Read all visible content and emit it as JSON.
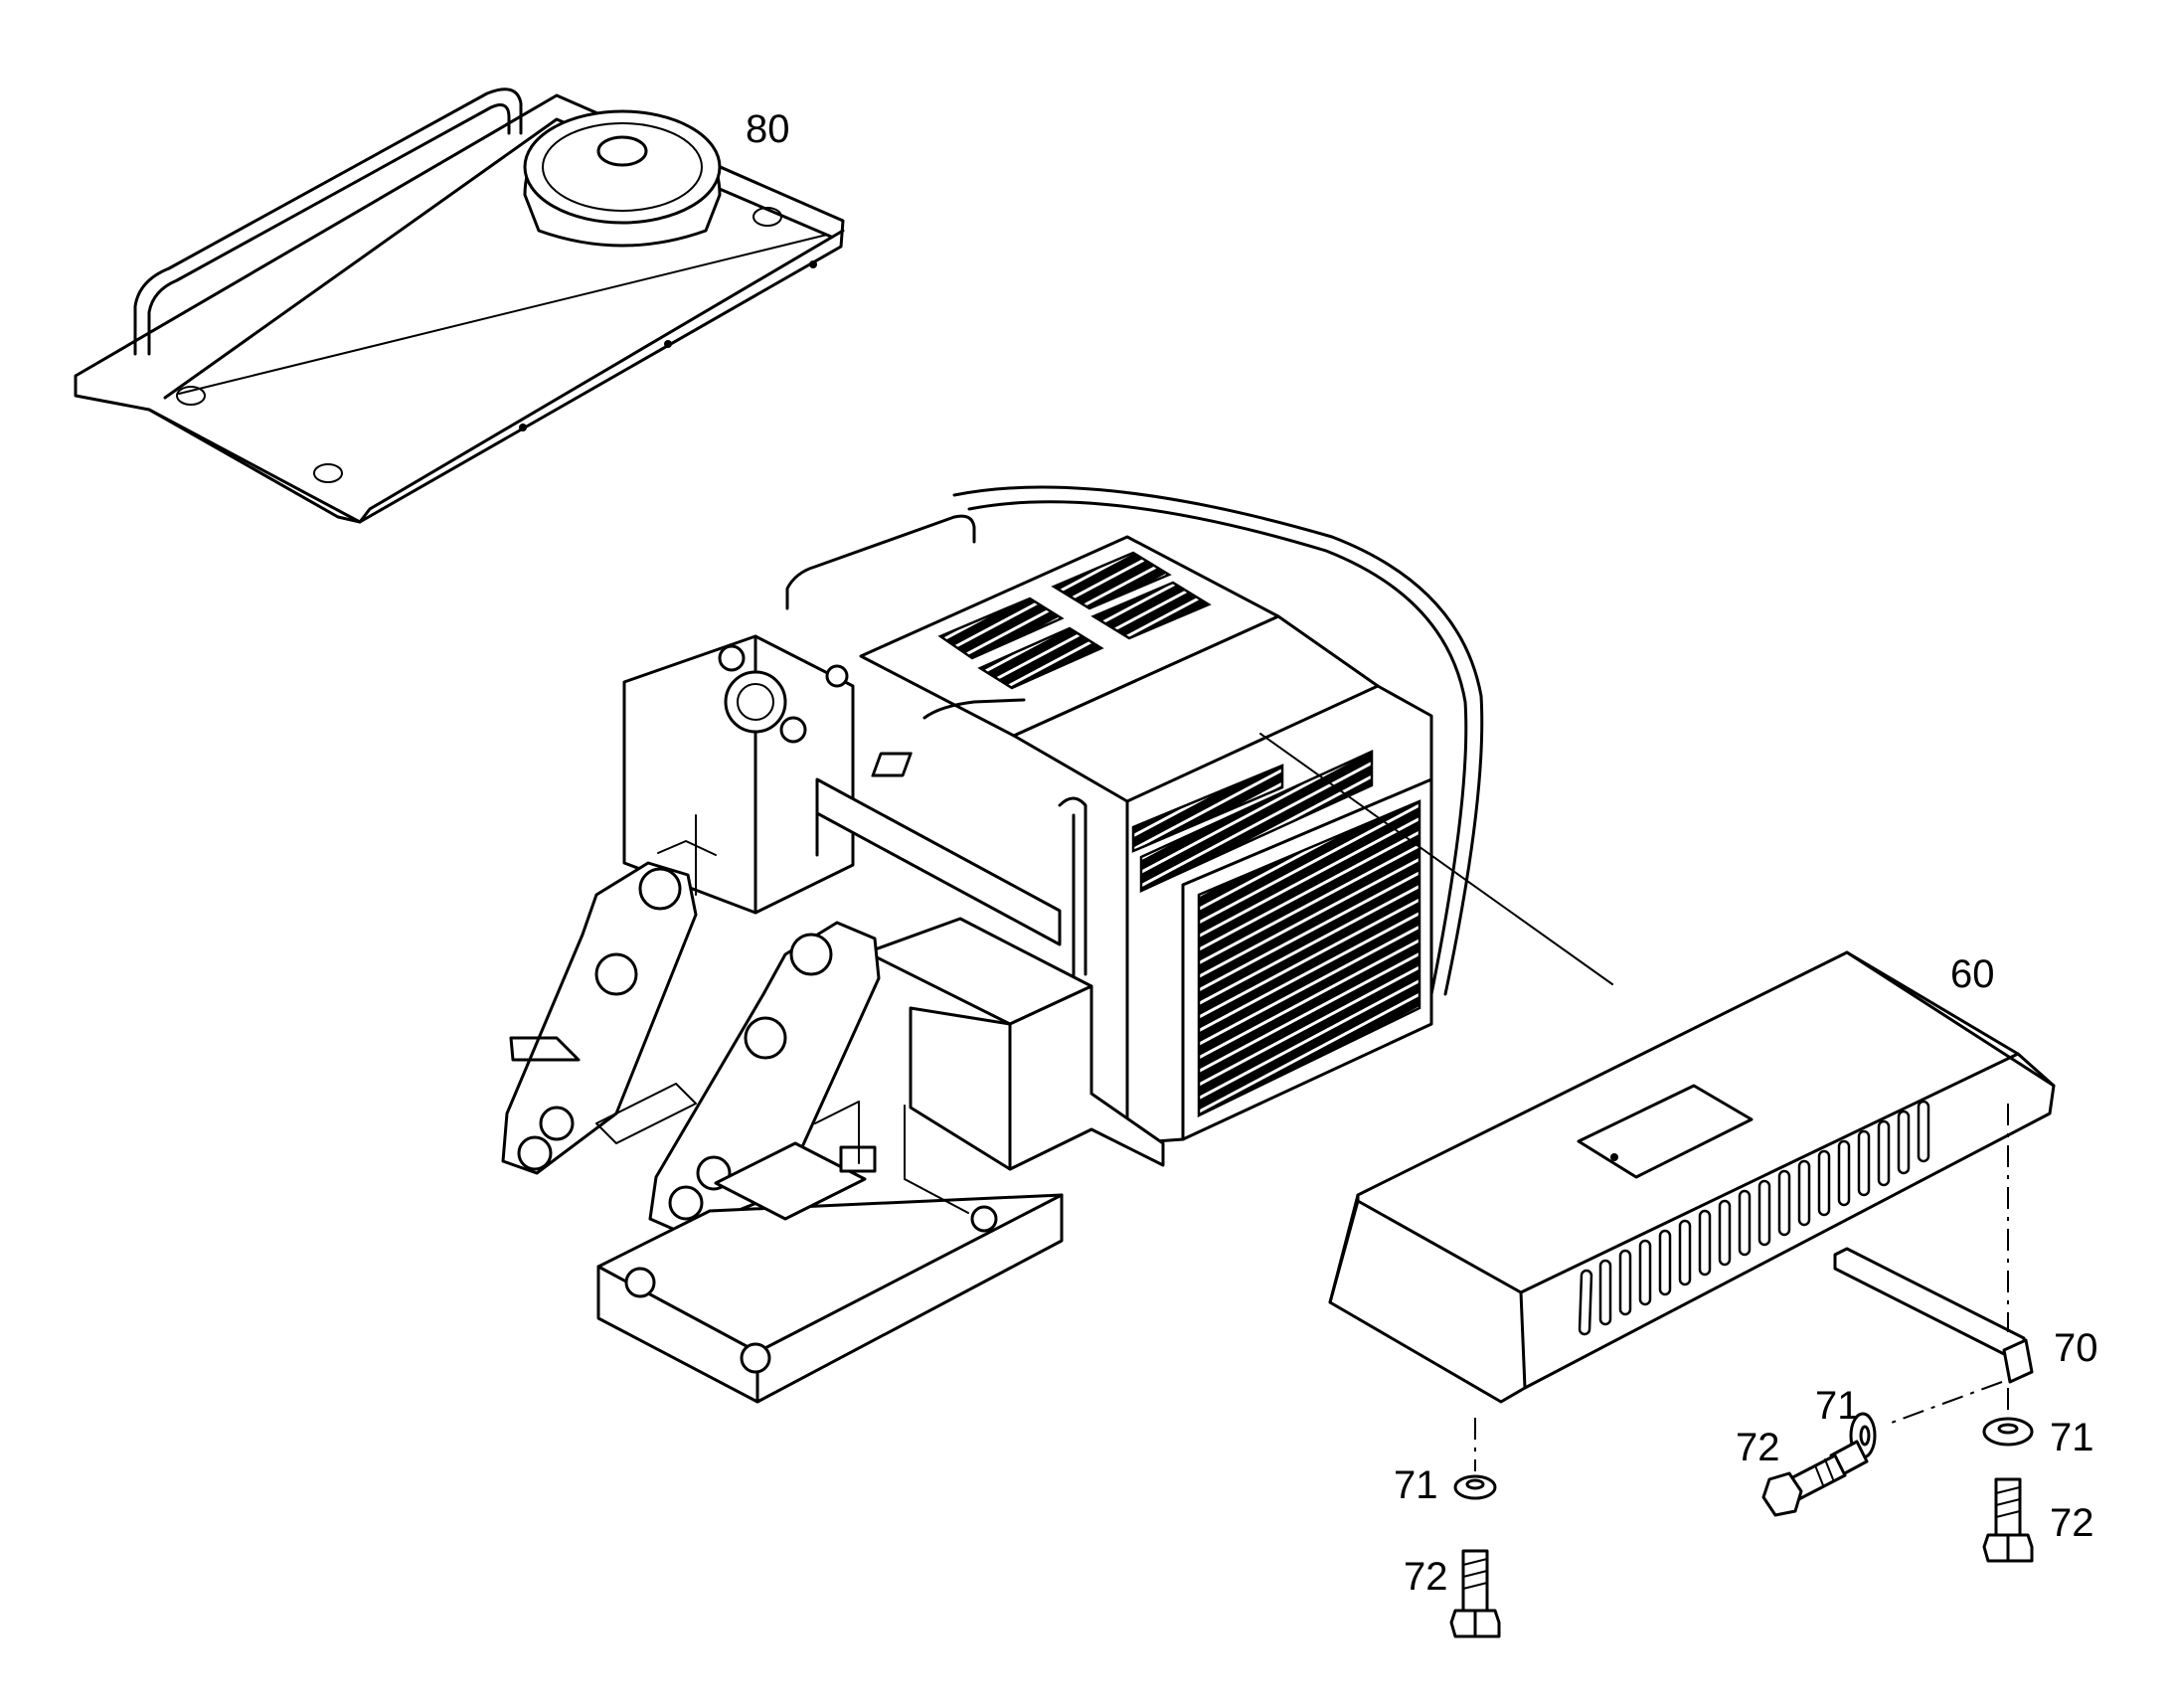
{
  "callouts": {
    "c80": "80",
    "c60": "60",
    "c70": "70",
    "c71_left": "71",
    "c72_left": "72",
    "c71_mid": "71",
    "c72_mid": "72",
    "c71_right": "71",
    "c72_right": "72"
  }
}
